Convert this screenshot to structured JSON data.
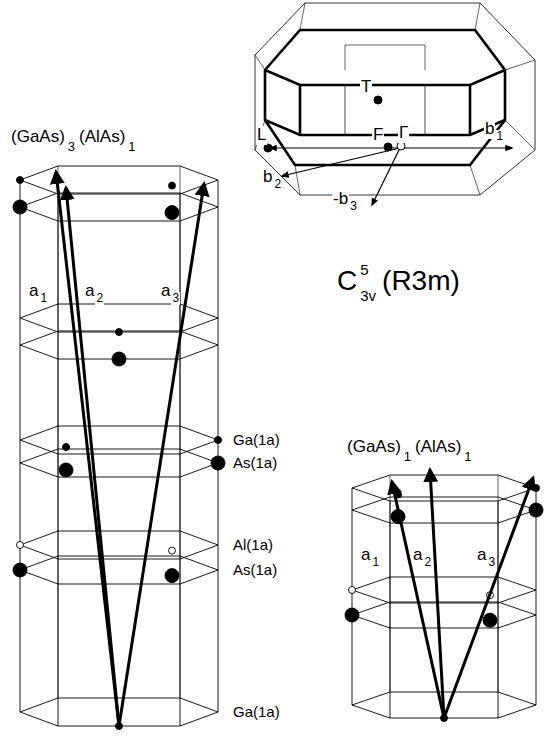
{
  "diagram": {
    "labels": [
      "(GaAs)",
      "3",
      "(AlAs)",
      "1",
      "C",
      "5",
      "3v",
      "(R3m)",
      "T",
      "L",
      "F",
      "Γ",
      "b",
      "1",
      "b",
      "2",
      "-b",
      "3",
      "a",
      "1",
      "a",
      "2",
      "a",
      "3",
      "Ga(1a)",
      "As(1a)",
      "Al(1a)",
      "As(1a)",
      "Ga(1a)",
      "(GaAs)",
      "1",
      "(AlAs)",
      "1",
      "a",
      "1",
      "a",
      "2",
      "a",
      "3"
    ]
  }
}
